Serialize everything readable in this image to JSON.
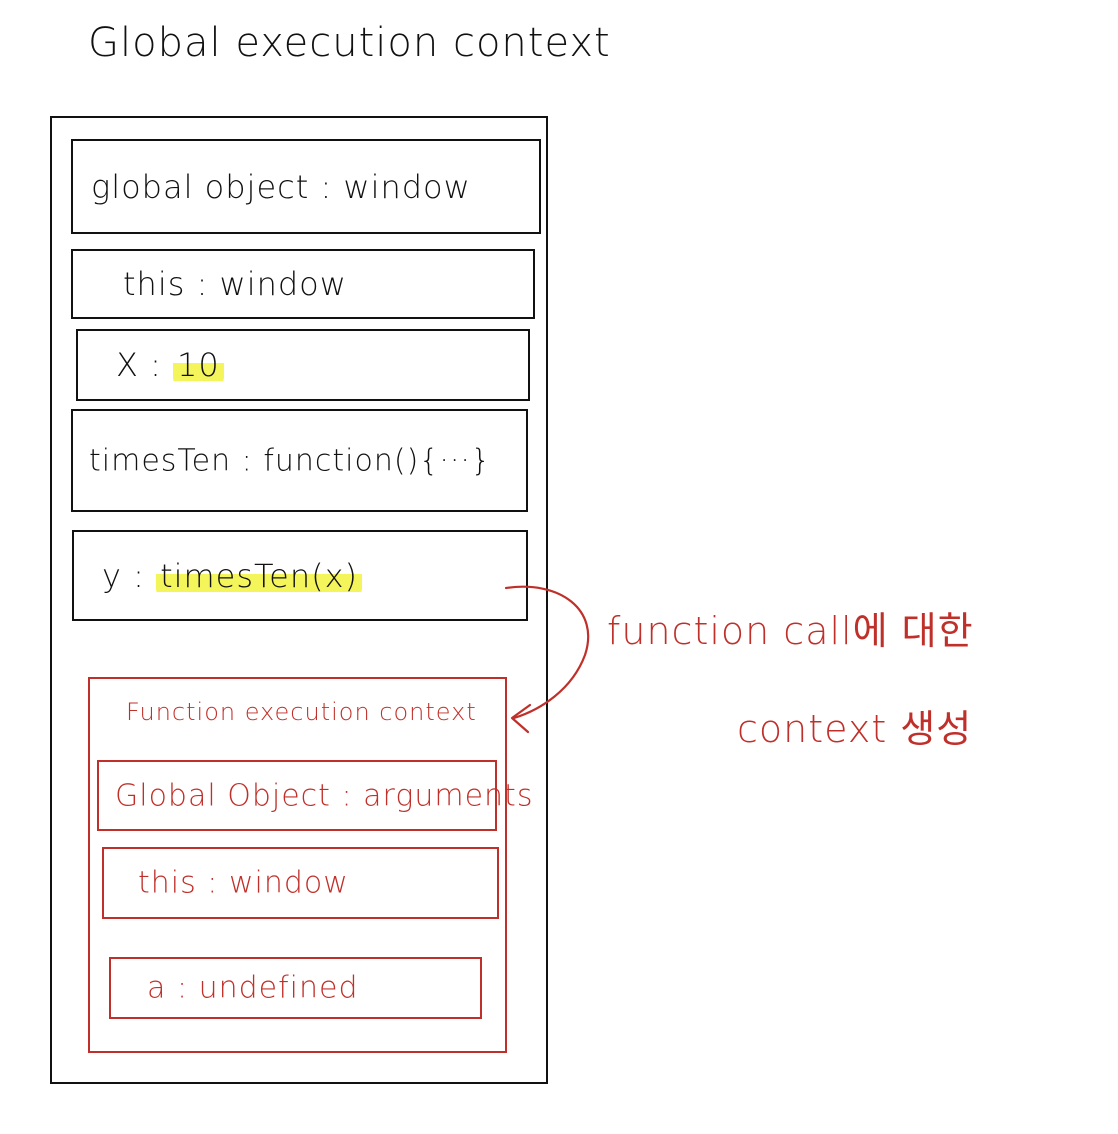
{
  "title": "Global execution context",
  "global_context": {
    "rows": [
      {
        "key": "global object",
        "sep": ":",
        "value": "window",
        "highlight": false
      },
      {
        "key": "this",
        "sep": ":",
        "value": "window",
        "highlight": false
      },
      {
        "key": "X",
        "sep": ":",
        "value": "10",
        "highlight": true
      },
      {
        "key": "timesTen",
        "sep": ":",
        "value": "function(){···}",
        "highlight": false
      },
      {
        "key": "y",
        "sep": ":",
        "value": "timesTen(x)",
        "highlight": true
      }
    ]
  },
  "function_context": {
    "title": "Function execution context",
    "rows": [
      {
        "key": "Global Object",
        "sep": ":",
        "value": "arguments"
      },
      {
        "key": "this",
        "sep": ":",
        "value": "window"
      },
      {
        "key": "a",
        "sep": ":",
        "value": "undefined"
      }
    ]
  },
  "annotation": {
    "line1": "function call에 대한",
    "line2": "context 생성"
  },
  "colors": {
    "ink": "#111111",
    "red": "#c0302a",
    "highlight": "#f4f55a"
  }
}
